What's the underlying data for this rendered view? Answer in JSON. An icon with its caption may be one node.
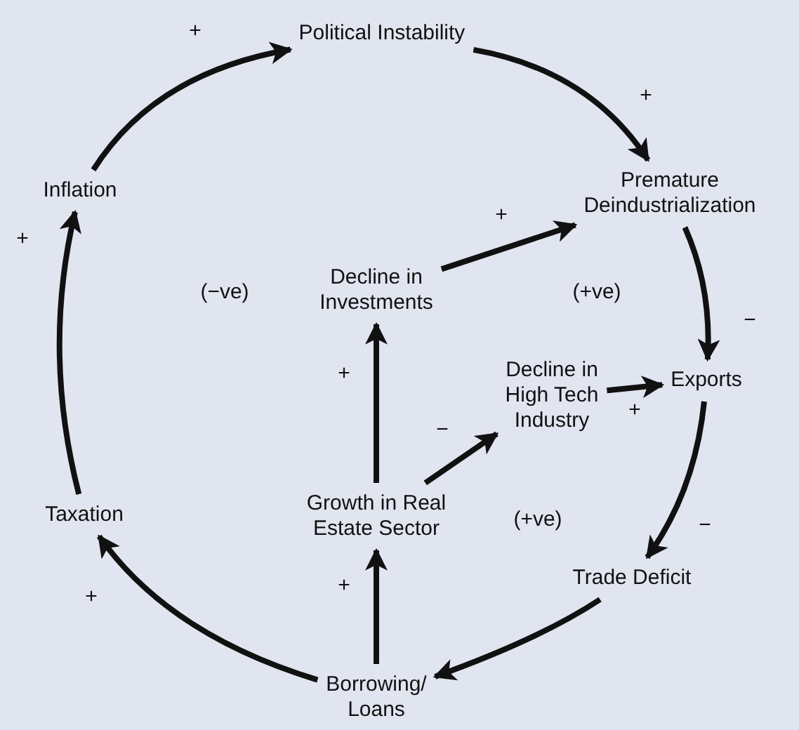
{
  "diagram": {
    "nodes": [
      {
        "text": [
          "Political Instability"
        ]
      },
      {
        "text": [
          "Premature Deindustrialization"
        ]
      },
      {
        "text": [
          "Inflation"
        ]
      },
      {
        "text": [
          "Decline in Investments"
        ]
      },
      {
        "text": [
          "Decline in High Tech Industry"
        ]
      },
      {
        "text": [
          "Exports"
        ]
      },
      {
        "text": [
          "Taxation"
        ]
      },
      {
        "text": [
          "Growth in Real Estate Sector"
        ]
      },
      {
        "text": [
          "Trade Deficit"
        ]
      },
      {
        "text": [
          "Borrowing/ Loans"
        ]
      }
    ],
    "edges": [
      {
        "from": 2,
        "to": 0,
        "arrow": "to",
        "label": "+"
      },
      {
        "from": 0,
        "to": 1,
        "arrow": "to",
        "label": "+"
      },
      {
        "from": 3,
        "to": 1,
        "arrow": "to",
        "label": "+"
      },
      {
        "from": 1,
        "to": 5,
        "arrow": "to",
        "label": "−"
      },
      {
        "from": 4,
        "to": 5,
        "arrow": "to",
        "label": "+"
      },
      {
        "from": 5,
        "to": 8,
        "arrow": "to",
        "label": "−"
      },
      {
        "from": 8,
        "to": 9,
        "arrow": "to"
      },
      {
        "from": 9,
        "to": 6,
        "arrow": "to",
        "label": "+"
      },
      {
        "from": 6,
        "to": 2,
        "arrow": "to",
        "label": "+"
      },
      {
        "from": 9,
        "to": 7,
        "arrow": "to",
        "label": "+"
      },
      {
        "from": 7,
        "to": 3,
        "arrow": "to",
        "label": "+"
      },
      {
        "from": 7,
        "to": 4,
        "arrow": "to",
        "label": "−"
      }
    ],
    "labels": [
      "(−ve)",
      "(+ve)",
      "(+ve)"
    ]
  }
}
